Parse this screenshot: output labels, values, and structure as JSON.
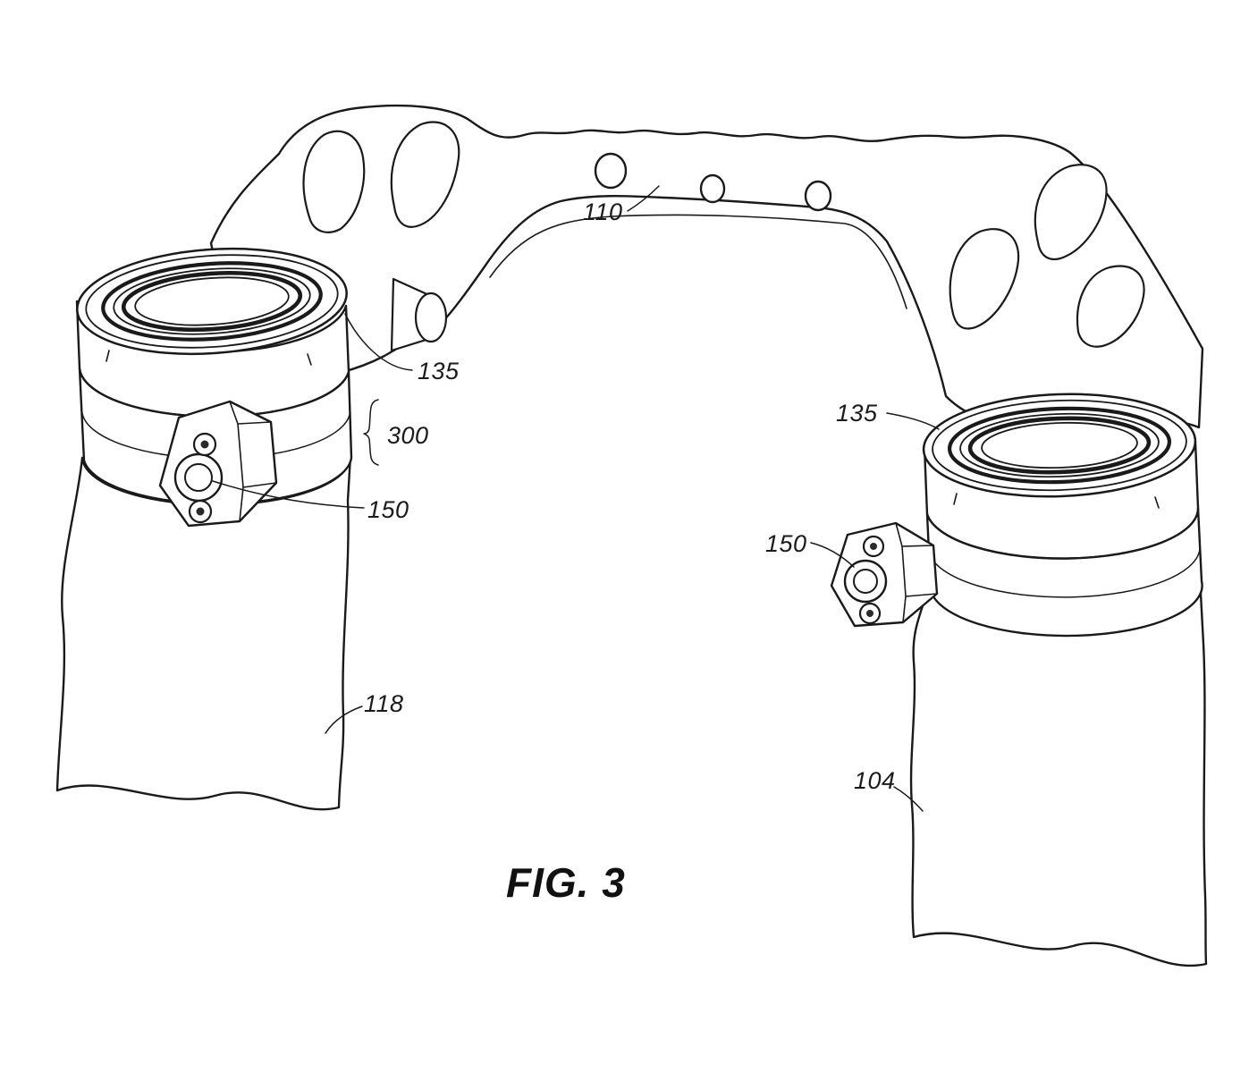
{
  "figure": {
    "caption": "FIG. 3"
  },
  "annotations": {
    "crown": "110",
    "left_clamp": "135",
    "right_clamp": "135",
    "clamp_section": "300",
    "left_boss": "150",
    "right_boss": "150",
    "left_tube": "118",
    "right_tube": "104"
  },
  "colors": {
    "line": "#1a1a1a",
    "fill": "#ffffff"
  }
}
